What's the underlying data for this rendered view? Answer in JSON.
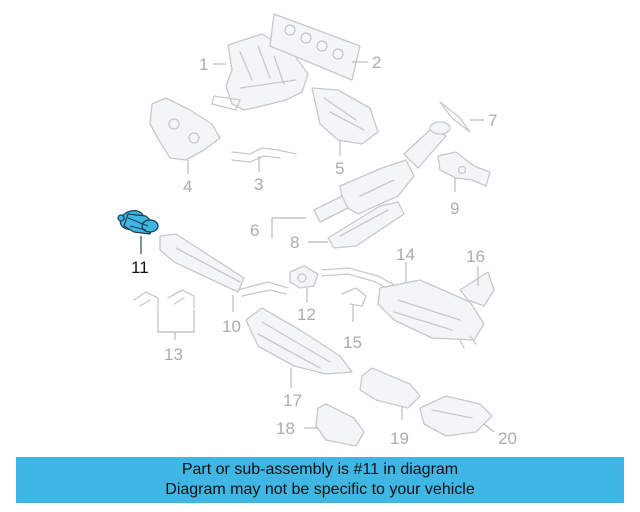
{
  "diagram": {
    "highlight_color": "#3fb6e4",
    "part_color": "#c6c8cb",
    "highlighted_callout": "11",
    "callouts": [
      "1",
      "2",
      "3",
      "4",
      "5",
      "6",
      "7",
      "8",
      "9",
      "10",
      "11",
      "12",
      "13",
      "14",
      "15",
      "16",
      "17",
      "18",
      "19",
      "20"
    ]
  },
  "caption": {
    "line1": "Part or sub-assembly is #11 in diagram",
    "line2": "Diagram may not be specific to your vehicle"
  }
}
